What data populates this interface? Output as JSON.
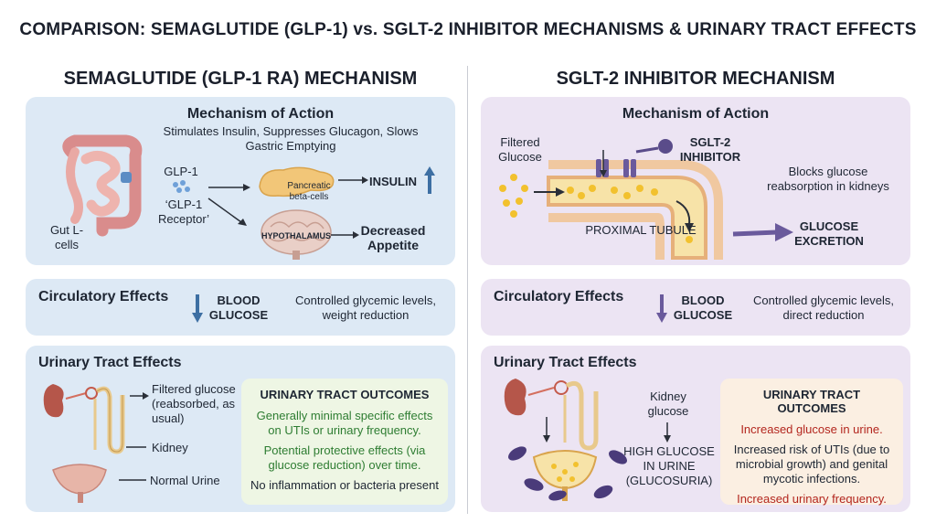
{
  "title": "COMPARISON: SEMAGLUTIDE (GLP-1) vs. SGLT-2 INHIBITOR MECHANISMS & URINARY TRACT EFFECTS",
  "left": {
    "heading": "SEMAGLUTIDE (GLP-1 RA) MECHANISM",
    "moa": {
      "title": "Mechanism of Action",
      "desc": "Stimulates Insulin, Suppresses Glucagon, Slows Gastric Emptying",
      "gut_label": "Gut L-cells",
      "glp1": "GLP-1",
      "receptor": "‘GLP-1 Receptor’",
      "pancreas": "Pancreatic beta-cells",
      "insulin": "INSULIN",
      "hypothalamus": "HYPOTHALAMUS",
      "appetite": "Decreased Appetite"
    },
    "circ": {
      "title": "Circulatory Effects",
      "metric": "BLOOD GLUCOSE",
      "desc": "Controlled glycemic levels, weight reduction"
    },
    "urinary": {
      "title": "Urinary Tract Effects",
      "filtered": "Filtered glucose (reabsorbed, as usual)",
      "kidney": "Kidney",
      "normal": "Normal Urine",
      "outcomes_title": "URINARY TRACT OUTCOMES",
      "outcome1": "Generally minimal specific effects on UTIs or urinary frequency.",
      "outcome2": "Potential protective effects (via glucose reduction) over time.",
      "outcome3": "No inflammation or bacteria present"
    }
  },
  "right": {
    "heading": "SGLT-2 INHIBITOR MECHANISM",
    "moa": {
      "title": "Mechanism of Action",
      "filtered": "Filtered Glucose",
      "inhibitor": "SGLT-2 INHIBITOR",
      "blocks": "Blocks glucose reabsorption in kidneys",
      "tubule": "PROXIMAL TUBULE",
      "excretion": "GLUCOSE EXCRETION"
    },
    "circ": {
      "title": "Circulatory Effects",
      "metric": "BLOOD GLUCOSE",
      "desc": "Controlled glycemic levels, direct reduction"
    },
    "urinary": {
      "title": "Urinary Tract Effects",
      "kidney_glucose": "Kidney glucose",
      "high": "HIGH GLUCOSE IN URINE (GLUCOSURIA)",
      "outcomes_title": "URINARY TRACT OUTCOMES",
      "outcome1": "Increased glucose in urine.",
      "outcome2": "Increased risk of UTIs (due to microbial growth) and genital mycotic infections.",
      "outcome3": "Increased urinary frequency."
    }
  },
  "colors": {
    "blue_panel": "#dde9f5",
    "purple_panel": "#ece4f3",
    "green_text": "#2e7d32",
    "red_text": "#b3261e",
    "arrow_blue": "#3d6fa3",
    "arrow_purple": "#6a5a9c"
  },
  "icons": [
    "gut-icon",
    "pancreas-icon",
    "brain-icon",
    "kidney-icon",
    "bladder-icon",
    "tubule-icon",
    "transporter-icon",
    "bacteria-icon",
    "glucose-dot-icon"
  ]
}
